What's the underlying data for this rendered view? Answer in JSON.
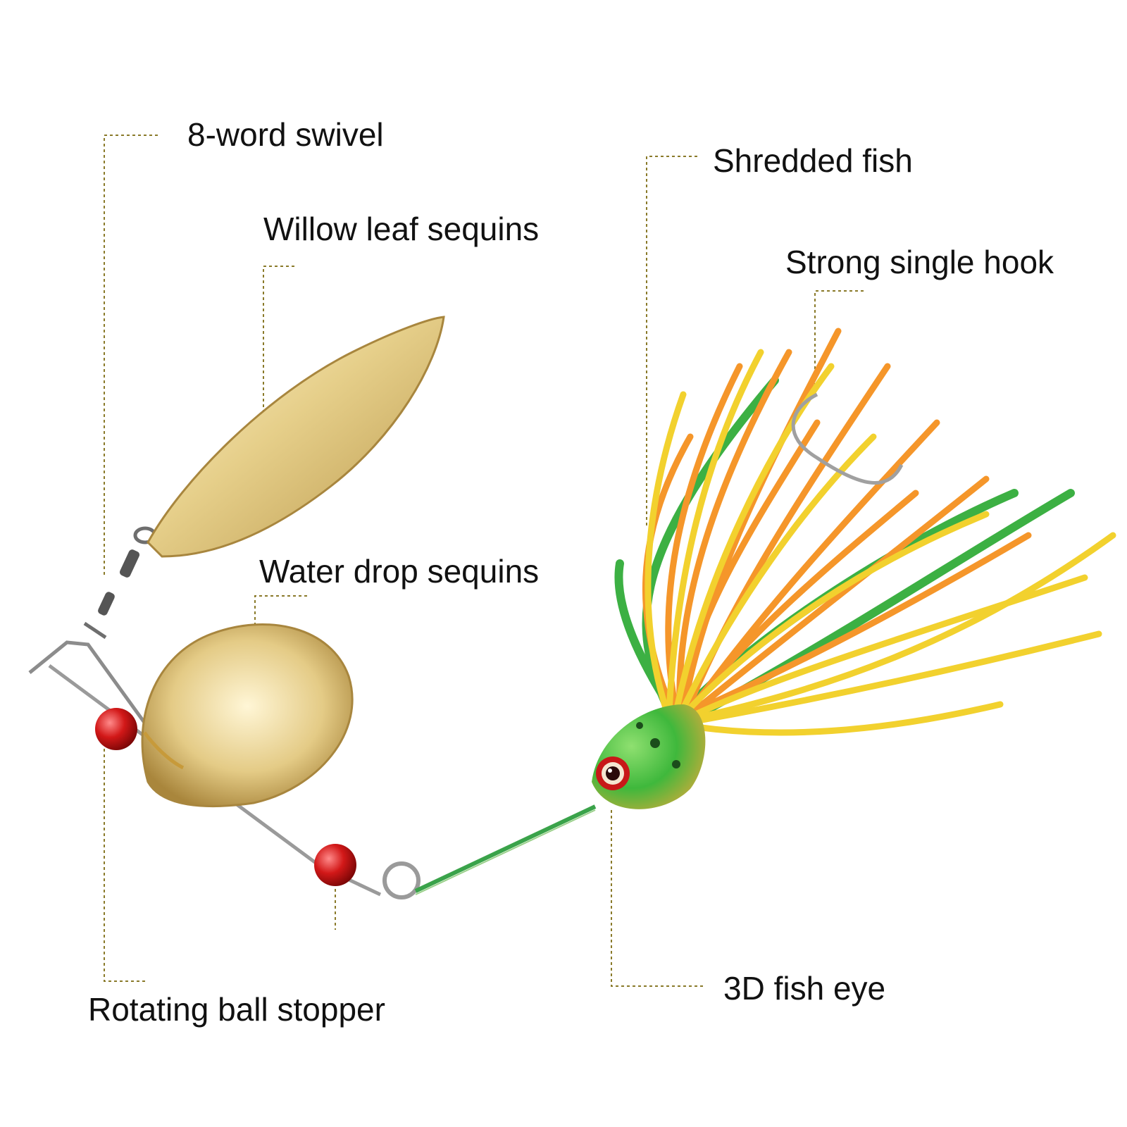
{
  "labels": {
    "swivel": "8-word swivel",
    "willow": "Willow leaf sequins",
    "shredded": "Shredded fish",
    "hook": "Strong single hook",
    "waterdrop": "Water drop sequins",
    "stopper": "Rotating ball stopper",
    "eye": "3D fish eye"
  },
  "colors": {
    "leader": "#8a7a2a",
    "blade_gold": "#d9c27a",
    "bead_red": "#d21818",
    "skirt_orange": "#f5962a",
    "skirt_yellow": "#f2d12e",
    "skirt_green": "#3cb043",
    "head_green": "#3fb83c",
    "wire": "#8c8c8c"
  }
}
